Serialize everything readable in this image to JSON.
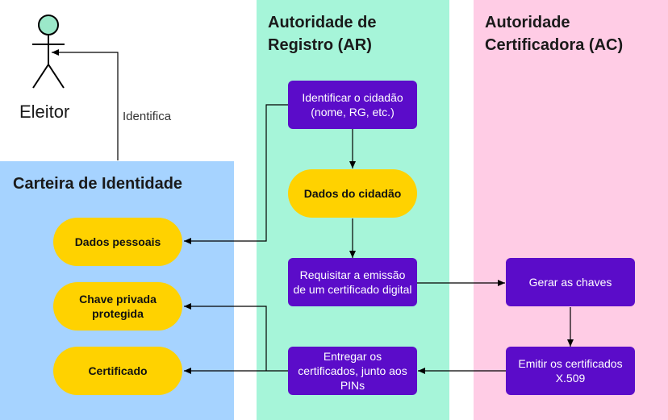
{
  "actor": {
    "label": "Eleitor",
    "edge_label": "Identifica"
  },
  "lanes": {
    "carteira": {
      "title": "Carteira de Identidade",
      "color": "#A6D3FF"
    },
    "ar": {
      "title": "Autoridade de Registro (AR)",
      "color": "#A6F5D9"
    },
    "ac": {
      "title": "Autoridade Certificadora (AC)",
      "color": "#FFCCE5"
    }
  },
  "carteira_items": {
    "dados_pessoais": "Dados pessoais",
    "chave_privada": "Chave privada protegida",
    "certificado": "Certificado"
  },
  "ar_items": {
    "identificar": "Identificar o cidadão (nome, RG, etc.)",
    "dados_cidadao": "Dados do cidadão",
    "requisitar": "Requisitar a emissão de um certificado digital",
    "entregar": "Entregar os certificados, junto aos PINs"
  },
  "ac_items": {
    "gerar": "Gerar as chaves",
    "emitir": "Emitir os certificados X.509"
  },
  "colors": {
    "process": "#5B0CC9",
    "data": "#FFD200",
    "actor_head": "#9BE8C9"
  }
}
